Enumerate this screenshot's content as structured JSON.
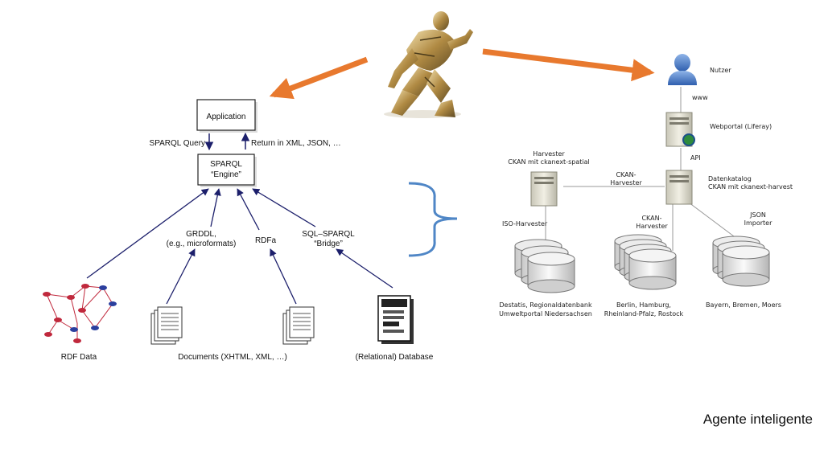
{
  "semantic_web": {
    "application": "Application",
    "engine_line1": "SPARQL",
    "engine_line2": "“Engine”",
    "query_label": "SPARQL Query",
    "return_label": "Return in XML, JSON, …",
    "grddl_line1": "GRDDL,",
    "grddl_line2": "(e.g., microformats)",
    "rdfa": "RDFa",
    "bridge_line1": "SQL–SPARQL",
    "bridge_line2": "“Bridge”",
    "rdf_data": "RDF Data",
    "documents": "Documents (XHTML, XML, …)",
    "database": "(Relational) Database"
  },
  "portal": {
    "nutzer": "Nutzer",
    "www": "www",
    "webportal": "Webportal (Liferay)",
    "api": "API",
    "datenkatalog_line1": "Datenkatalog",
    "datenkatalog_line2": "CKAN mit ckanext-harvest",
    "harvester_line1": "Harvester",
    "harvester_line2": "CKAN mit ckanext-spatial",
    "ckan_harvester_top_line1": "CKAN-",
    "ckan_harvester_top_line2": "Harvester",
    "iso_harvester": "ISO-Harvester",
    "ckan_harvester_mid_line1": "CKAN-",
    "ckan_harvester_mid_line2": "Harvester",
    "json_importer_line1": "JSON",
    "json_importer_line2": "Importer",
    "db1_line1": "Destatis, Regionaldatenbank",
    "db1_line2": "Umweltportal Niedersachsen",
    "db2_line1": "Berlin, Hamburg,",
    "db2_line2": "Rheinland-Pfalz, Rostock",
    "db3": "Bayern, Bremen, Moers"
  },
  "caption": "Agente inteligente",
  "colors": {
    "arrow_orange": "#e8792e",
    "navy": "#1c1f6b",
    "brace_blue": "#4f86c6",
    "rdf_red": "#c0283c",
    "rdf_blue": "#2b3f9e"
  }
}
